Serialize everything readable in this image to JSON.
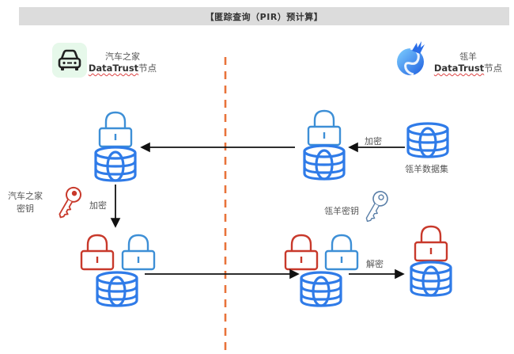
{
  "title": "【匿踪查询（PIR）预计算】",
  "left_node": {
    "name": "汽车之家",
    "platform": "DataTrust",
    "suffix": "节点",
    "icon": "car-icon",
    "icon_bg": "#e6f8ea"
  },
  "right_node": {
    "name": "瓴羊",
    "platform": "DataTrust",
    "suffix": "节点",
    "icon": "dragon-logo-icon"
  },
  "labels": {
    "encrypt_right": "加密",
    "dataset": "瓴羊数据集",
    "left_key": "汽车之家\n密钥",
    "left_key_line1": "汽车之家",
    "left_key_line2": "密钥",
    "encrypt_left": "加密",
    "right_key": "瓴羊密钥",
    "decrypt": "解密"
  },
  "colors": {
    "db_blue": "#2f7be8",
    "lock_light_blue": "#3d8fd6",
    "lock_red": "#c8392b",
    "key_red": "#c8392b",
    "key_blue": "#5a7fa8",
    "divider_orange": "#e8733a",
    "arrow": "#111111",
    "banner_bg": "#dcdcdc"
  }
}
